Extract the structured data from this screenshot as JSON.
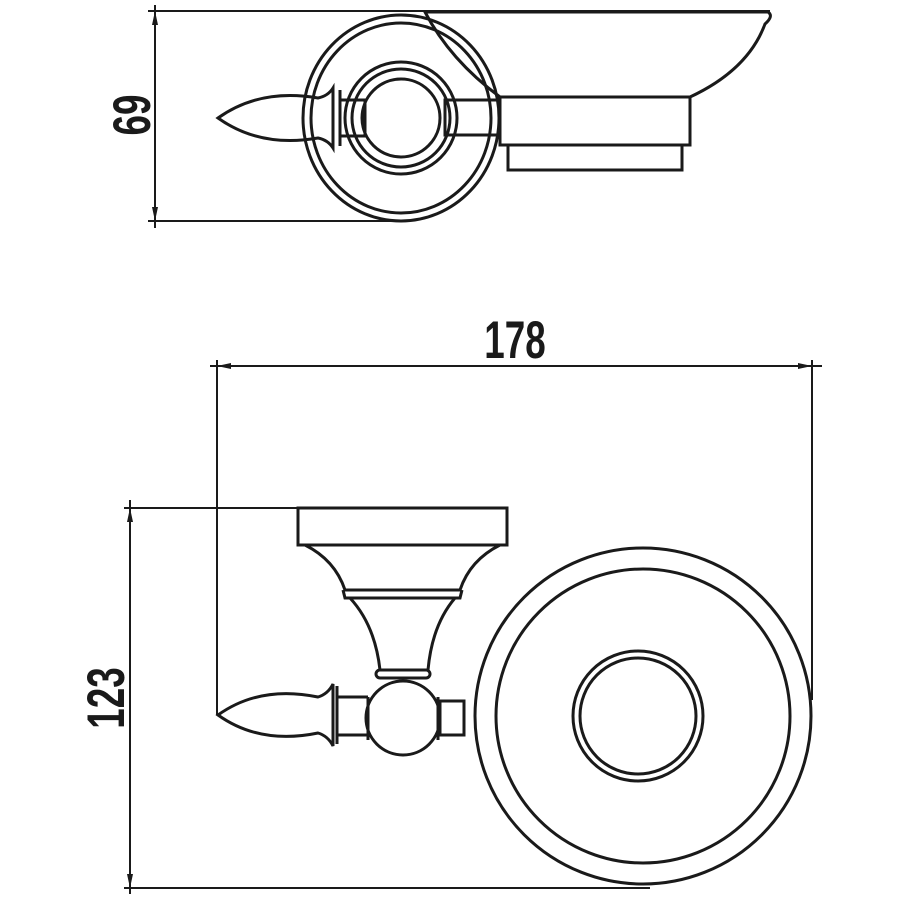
{
  "drawing": {
    "top_view": {
      "height_dimension": "69"
    },
    "front_view": {
      "width_dimension": "178",
      "height_dimension": "123"
    }
  },
  "colors": {
    "line": "#1a1a1a",
    "background": "#ffffff"
  }
}
